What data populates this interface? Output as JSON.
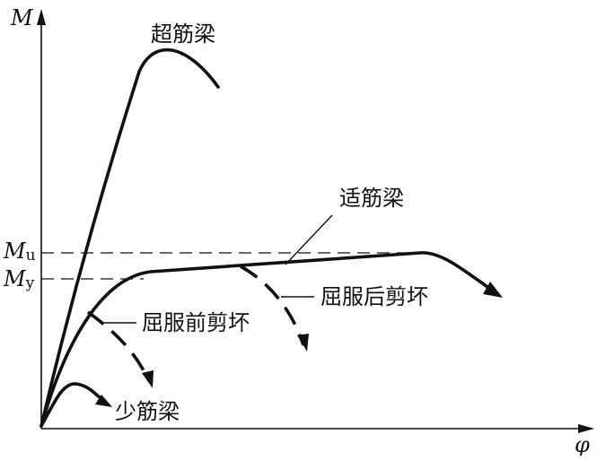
{
  "axes": {
    "y_label": "M",
    "x_label": "φ",
    "mu_symbol": "M",
    "mu_subscript": "u",
    "my_symbol": "M",
    "my_subscript": "y"
  },
  "curves": {
    "over_reinforced": "超筋梁",
    "balanced": "适筋梁",
    "under_reinforced": "少筋梁",
    "shear_before_yield": "屈服前剪坏",
    "shear_after_yield": "屈服后剪坏"
  }
}
